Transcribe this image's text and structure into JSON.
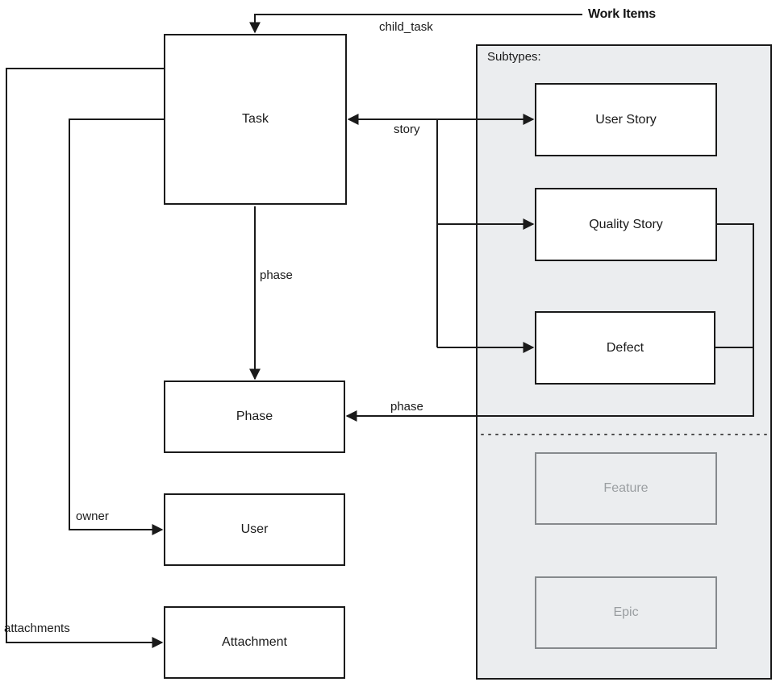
{
  "diagram": {
    "title": "Work Items",
    "panel": {
      "caption": "Subtypes:",
      "background_color": "#ebedef",
      "border_color": "#1a1a1a"
    },
    "entities": [
      {
        "id": "task",
        "label": "Task",
        "state": "active"
      },
      {
        "id": "phase",
        "label": "Phase",
        "state": "active"
      },
      {
        "id": "user",
        "label": "User",
        "state": "active"
      },
      {
        "id": "attachment",
        "label": "Attachment",
        "state": "active"
      },
      {
        "id": "user_story",
        "label": "User Story",
        "state": "active"
      },
      {
        "id": "quality_story",
        "label": "Quality Story",
        "state": "active"
      },
      {
        "id": "defect",
        "label": "Defect",
        "state": "active"
      },
      {
        "id": "feature",
        "label": "Feature",
        "state": "dimmed"
      },
      {
        "id": "epic",
        "label": "Epic",
        "state": "dimmed"
      }
    ],
    "relationships": [
      {
        "id": "child_task",
        "label": "child_task",
        "from": "task",
        "to": "task"
      },
      {
        "id": "story",
        "label": "story",
        "from": "task",
        "to": "user_story, quality_story, defect"
      },
      {
        "id": "phase_down",
        "label": "phase",
        "from": "task",
        "to": "phase"
      },
      {
        "id": "phase_sub",
        "label": "phase",
        "from": "quality_story, defect",
        "to": "phase"
      },
      {
        "id": "owner",
        "label": "owner",
        "from": "task",
        "to": "user"
      },
      {
        "id": "attachments",
        "label": "attachments",
        "from": "task",
        "to": "attachment"
      }
    ],
    "colors": {
      "line": "#1a1a1a",
      "panel_fill": "#ebedef",
      "dimmed_border": "#868a8d",
      "dimmed_text": "#9a9ea1",
      "box_fill": "#ffffff"
    }
  }
}
